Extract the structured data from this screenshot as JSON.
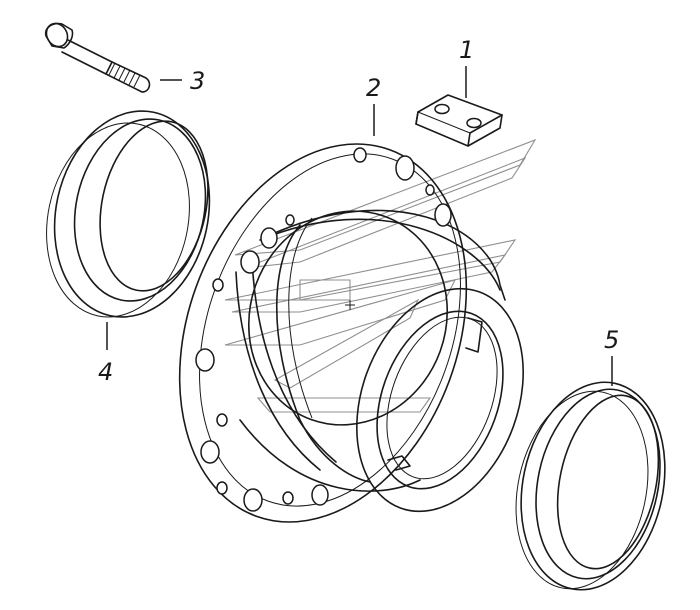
{
  "diagram": {
    "callouts": {
      "c1": "1",
      "c2": "2",
      "c3": "3",
      "c4": "4",
      "c5": "5"
    },
    "parts": {
      "p1": "plate-with-two-holes",
      "p2": "wheel-hub",
      "p3": "stud-bolt",
      "p4": "bearing-cup",
      "p5": "bearing-cup"
    }
  }
}
